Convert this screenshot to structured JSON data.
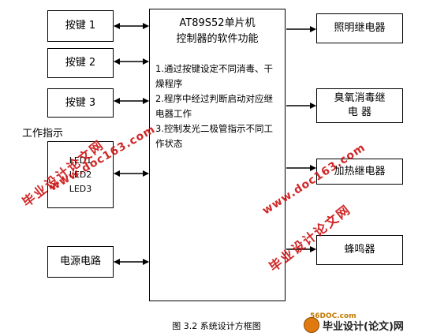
{
  "figure": {
    "mcu": {
      "title_line1": "AT89S52单片机",
      "title_line2": "控制器的软件功能",
      "desc": [
        "1.通过按键设定不同消毒、干",
        "燥程序",
        "2.程序中经过判断启动对应继",
        "电器工作",
        "3.控制发光二极管指示不同工",
        "作状态"
      ]
    },
    "inputs": {
      "key1": "按键 1",
      "key2": "按键 2",
      "key3": "按键 3",
      "power": "电源电路"
    },
    "indicator": {
      "label": "工作指示",
      "leds": [
        "LED1",
        "LED2",
        "LED3"
      ]
    },
    "outputs": {
      "lighting": "照明继电器",
      "ozone_line1": "臭氧消毒继",
      "ozone_line2": "电 器",
      "heating": "加热继电器",
      "buzzer": "蜂鸣器"
    },
    "caption": "图 3.2  系统设计方框图"
  },
  "watermarks": {
    "cn": "毕业设计论文网",
    "url": "www.doc163.com"
  },
  "logo": {
    "site": "56DOC.com",
    "text": "毕业设计(论文)网"
  }
}
